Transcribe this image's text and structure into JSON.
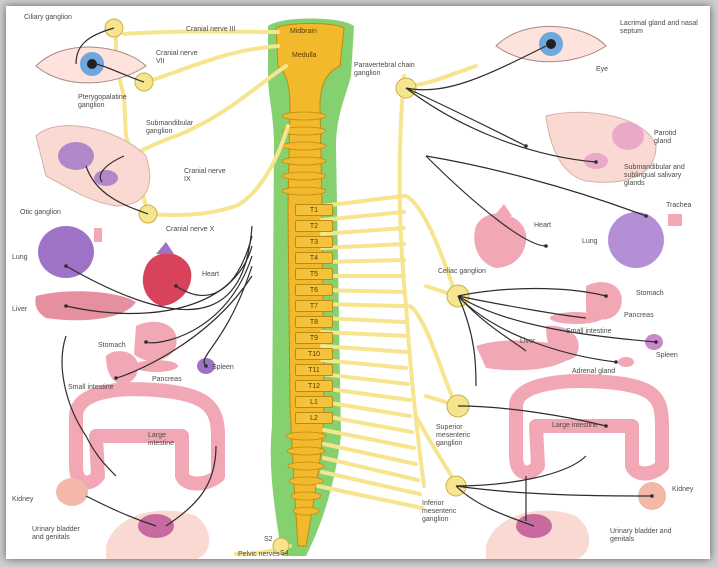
{
  "colors": {
    "spine": "#f2b92c",
    "spine_edge": "#c08b12",
    "halo": "#5cc23f",
    "nerve_yellow": "#f6e58e",
    "nerve_dark": "#2d2d2d",
    "organ_pink": "#f2a7b5",
    "organ_purple": "#9e73c7",
    "organ_red": "#d8425a"
  },
  "brain": {
    "midbrain": "Midbrain",
    "medulla": "Medulla"
  },
  "segments": [
    "T1",
    "T2",
    "T3",
    "T4",
    "T5",
    "T6",
    "T7",
    "T8",
    "T9",
    "T10",
    "T11",
    "T12",
    "L1",
    "L2"
  ],
  "left_labels": {
    "ciliary_ganglion": "Ciliary ganglion",
    "cranial_nerve_iii": "Cranial nerve III",
    "cranial_nerve_vii": "Cranial nerve VII",
    "pterygopalatine_ganglion": "Pterygopalatine ganglion",
    "submandibular_ganglion": "Submandibular ganglion",
    "cranial_nerve_ix": "Cranial nerve IX",
    "otic_ganglion": "Otic ganglion",
    "cranial_nerve_x": "Cranial nerve X",
    "lung": "Lung",
    "heart": "Heart",
    "liver": "Liver",
    "stomach": "Stomach",
    "spleen": "Spleen",
    "pancreas": "Pancreas",
    "small_intestine": "Small intestine",
    "large_intestine": "Large intestine",
    "kidney": "Kidney",
    "urinary": "Urinary bladder and genitals",
    "s2": "S2",
    "s4": "S4",
    "pelvic": "Pelvic nerves"
  },
  "right_labels": {
    "paravertebral": "Paravertebral chain ganglion",
    "lacrimal": "Lacrimal gland and nasal septum",
    "eye": "Eye",
    "parotid": "Parotid gland",
    "submandibular_glands": "Submandibular and sublingual salivary glands",
    "trachea": "Trachea",
    "heart": "Heart",
    "lung": "Lung",
    "celiac_ganglion": "Celiac ganglion",
    "stomach": "Stomach",
    "pancreas": "Pancreas",
    "small_intestine": "Small intestine",
    "liver": "Liver",
    "spleen": "Spleen",
    "adrenal": "Adrenal gland",
    "superior_mesenteric": "Superior mesenteric ganglion",
    "large_intestine": "Large intestine",
    "inferior_mesenteric": "Inferior mesenteric ganglion",
    "kidney": "Kidney",
    "urinary": "Urinary bladder and genitals"
  }
}
